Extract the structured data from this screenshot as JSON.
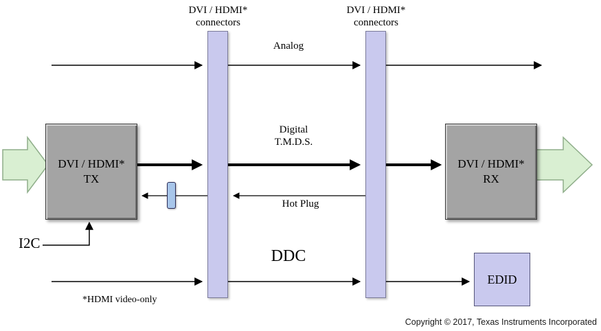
{
  "diagram": {
    "left_connector": {
      "line1": "DVI / HDMI*",
      "line2": "connectors"
    },
    "right_connector": {
      "line1": "DVI / HDMI*",
      "line2": "connectors"
    },
    "tx_block": {
      "line1": "DVI / HDMI*",
      "line2": "TX"
    },
    "rx_block": {
      "line1": "DVI / HDMI*",
      "line2": "RX"
    },
    "signals": {
      "analog": "Analog",
      "digital_line1": "Digital",
      "digital_line2": "T.M.D.S.",
      "hot_plug": "Hot Plug",
      "ddc": "DDC",
      "i2c": "I2C"
    },
    "edid_label": "EDID",
    "footnote": "*HDMI video-only",
    "copyright": "Copyright © 2017, Texas Instruments Incorporated"
  },
  "colors": {
    "connector_fill": "#c9c9ee",
    "device_block_fill": "#a4a4a4",
    "green_arrow_fill": "#d9efd2",
    "green_arrow_stroke": "#8fae8a",
    "edid_fill": "#c9c9ee",
    "hot_plug_resistor_fill": "#a8c6ea",
    "line_color": "#000000"
  }
}
